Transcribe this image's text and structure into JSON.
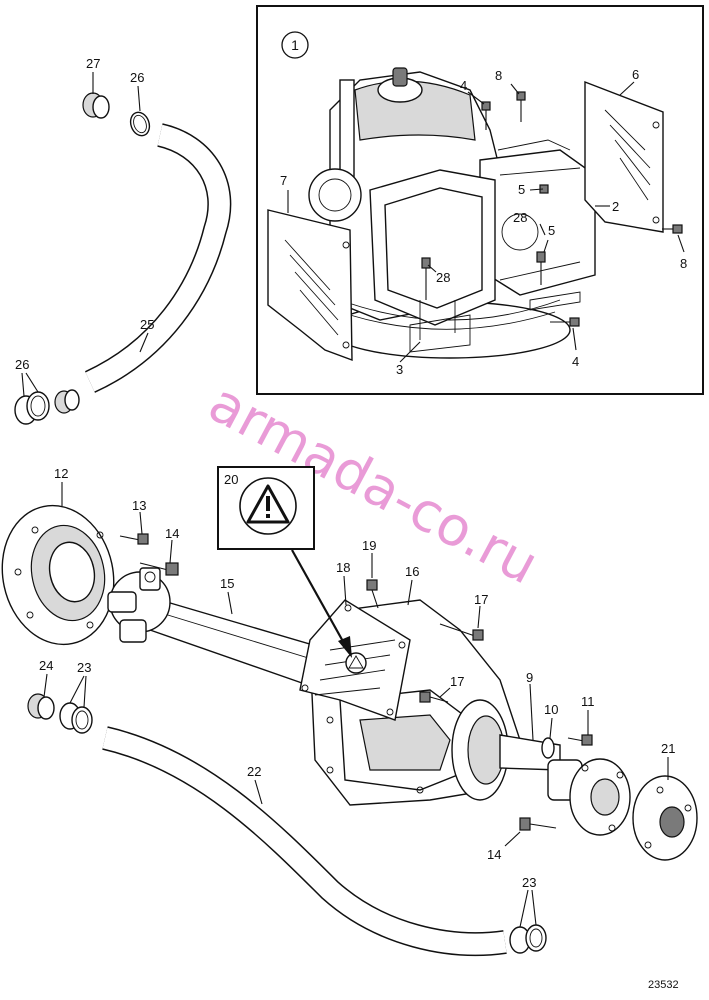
{
  "inset_number": "1",
  "warning_label": "20",
  "watermark": "armada-co.ru",
  "figure_id": "23532",
  "labels": {
    "p27": "27",
    "p26a": "26",
    "p25": "25",
    "p26b": "26",
    "p4a": "4",
    "p8a": "8",
    "p6": "6",
    "p7": "7",
    "p5a": "5",
    "p2": "2",
    "p28a": "28",
    "p5b": "5",
    "p28b": "28",
    "p8b": "8",
    "p4b": "4",
    "p3": "3",
    "p12": "12",
    "p13": "13",
    "p14a": "14",
    "p15": "15",
    "p18": "18",
    "p19": "19",
    "p16": "16",
    "p17a": "17",
    "p17b": "17",
    "p9": "9",
    "p10": "10",
    "p11": "11",
    "p21": "21",
    "p14b": "14",
    "p24": "24",
    "p23a": "23",
    "p22": "22",
    "p23b": "23"
  },
  "icons": {
    "warning": "warning-triangle-icon"
  }
}
